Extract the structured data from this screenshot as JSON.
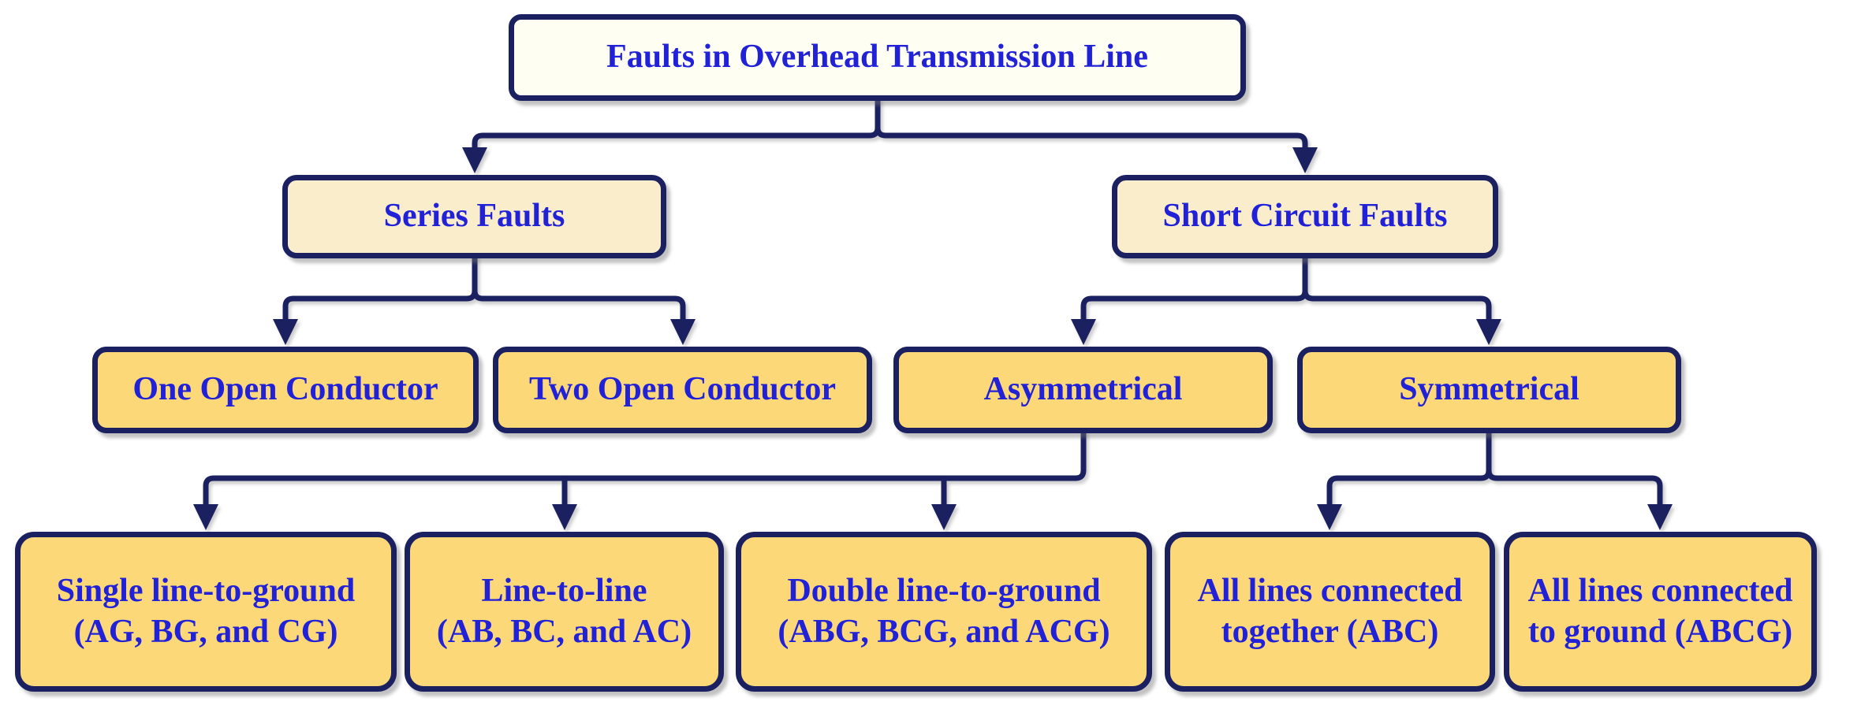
{
  "diagram": {
    "root": {
      "label": "Faults in Overhead Transmission Line"
    },
    "series": {
      "label": "Series Faults"
    },
    "short_circuit": {
      "label": "Short Circuit Faults"
    },
    "one_open": {
      "label": "One Open Conductor"
    },
    "two_open": {
      "label": "Two Open Conductor"
    },
    "asymmetrical": {
      "label": "Asymmetrical"
    },
    "symmetrical": {
      "label": "Symmetrical"
    },
    "single_lg": {
      "line1": "Single line-to-ground",
      "line2": "(AG, BG, and CG)"
    },
    "line_to_line": {
      "line1": "Line-to-line",
      "line2": "(AB, BC, and AC)"
    },
    "double_lg": {
      "line1": "Double line-to-ground",
      "line2": "(ABG, BCG, and ACG)"
    },
    "abc": {
      "line1": "All lines connected",
      "line2": "together (ABC)"
    },
    "abcg": {
      "line1": "All lines connected",
      "line2": "to ground (ABCG)"
    },
    "edges": [
      {
        "from": "root",
        "to": "series"
      },
      {
        "from": "root",
        "to": "short_circuit"
      },
      {
        "from": "series",
        "to": "one_open"
      },
      {
        "from": "series",
        "to": "two_open"
      },
      {
        "from": "short_circuit",
        "to": "asymmetrical"
      },
      {
        "from": "short_circuit",
        "to": "symmetrical"
      },
      {
        "from": "asymmetrical",
        "to": "single_lg"
      },
      {
        "from": "asymmetrical",
        "to": "line_to_line"
      },
      {
        "from": "asymmetrical",
        "to": "double_lg"
      },
      {
        "from": "symmetrical",
        "to": "abc"
      },
      {
        "from": "symmetrical",
        "to": "abcg"
      }
    ]
  },
  "colors": {
    "line_navy": "#1B2060",
    "text_blue": "#2121D8",
    "fill_ivory": "#FFFEF2",
    "fill_wheat": "#FAEDCB",
    "fill_gold": "#FCD878"
  }
}
